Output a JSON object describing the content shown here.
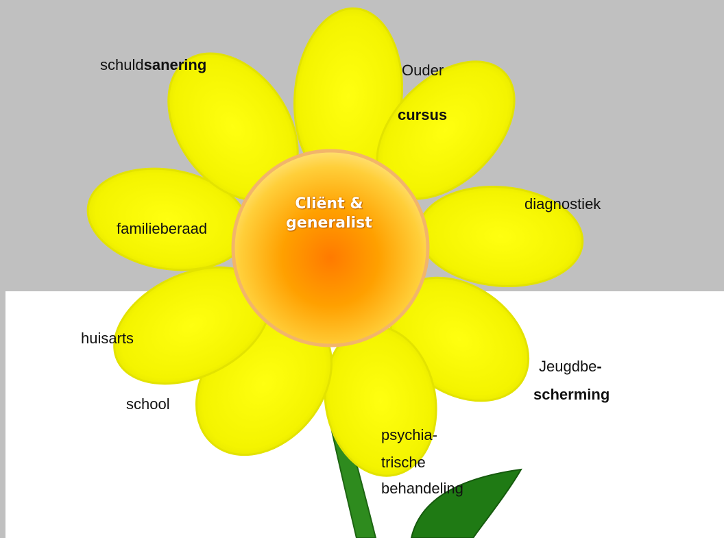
{
  "center": {
    "line1": "Cliënt &",
    "line2": "generalist"
  },
  "labels": {
    "schuldsanering": {
      "normal": "schuld",
      "bold": "sanering"
    },
    "ouder_cursus": {
      "line1": "Ouder",
      "line2": "cursus"
    },
    "diagnostiek": "diagnostiek",
    "familieberaad": "familieberaad",
    "huisarts": "huisarts",
    "school": "school",
    "jeugdbescherming": {
      "line1_normal": "Jeugdbe",
      "line1_bold": "-",
      "line2": "scherming"
    },
    "psychiatrische": {
      "line1": "psychia-",
      "line2": "trische",
      "line3": "behandeling"
    }
  },
  "colors": {
    "petal": "#f4f400",
    "petal_edge": "#d6d600",
    "center_inner": "#ff8c00",
    "center_outer": "#ffd24a",
    "stem": "#2e8b1e",
    "leaf": "#1f7a14",
    "background_gray": "#c0c0c0",
    "panel_white": "#ffffff"
  }
}
